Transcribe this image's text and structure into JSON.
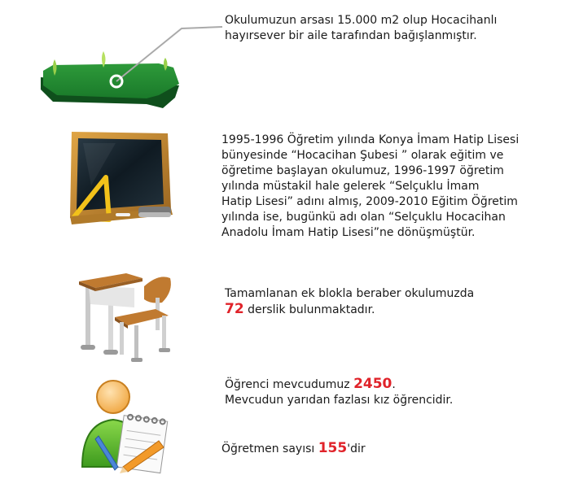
{
  "land": {
    "line1": "Okulumuzun arsası 15.000 m2 olup Hocacihanlı",
    "line2": "hayırsever bir aile tarafından bağışlanmıştır."
  },
  "history": {
    "lines": [
      "1995-1996 Öğretim yılında Konya İmam Hatip Lisesi",
      "bünyesinde “Hocacihan Şubesi ” olarak eğitim ve",
      "öğretime başlayan okulumuz, 1996-1997 öğretim",
      "yılında müstakil hale gelerek “Selçuklu İmam",
      "Hatip Lisesi” adını almış, 2009-2010 Eğitim Öğretim",
      "yılında ise, bugünkü adı olan “Selçuklu Hocacihan",
      "Anadolu İmam Hatip Lisesi”ne dönüşmüştür."
    ]
  },
  "classrooms": {
    "line1": "Tamamlanan ek blokla beraber okulumuzda",
    "number": "72",
    "line2_rest": " derslik bulunmaktadır."
  },
  "students": {
    "prefix": "Öğrenci mevcudumuz ",
    "number": "2450",
    "suffix": ".",
    "line2": "Mevcudun yarıdan fazlası kız öğrencidir."
  },
  "teachers": {
    "prefix": "Öğretmen sayısı ",
    "number": "155",
    "suffix": "'dir"
  },
  "colors": {
    "accent_number": "#e0232a",
    "land_green": "#1a7a2a",
    "board_frame": "#c58a2e",
    "desk_top": "#b8732a",
    "user_green": "#5cc22a"
  }
}
